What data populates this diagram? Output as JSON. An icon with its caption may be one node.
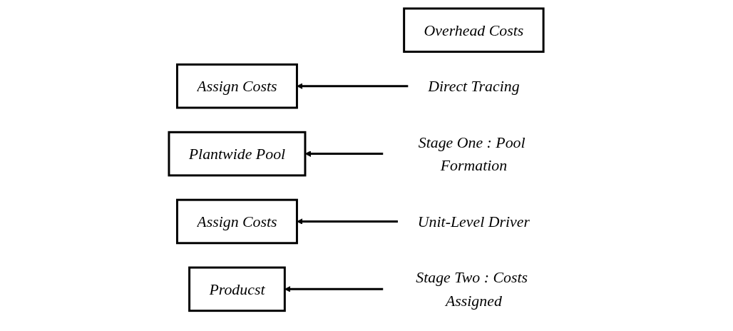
{
  "diagram": {
    "nodes": [
      {
        "text": [
          "Overhead Costs"
        ]
      },
      {
        "text": [
          "Assign Costs"
        ]
      },
      {
        "text": [
          "Direct Tracing"
        ]
      },
      {
        "text": [
          "Plantwide Pool"
        ]
      },
      {
        "text": [
          "Stage One : Pool Formation"
        ]
      },
      {
        "text": [
          "Assign Costs"
        ]
      },
      {
        "text": [
          "Unit-Level Driver"
        ]
      },
      {
        "text": [
          "Producst"
        ]
      },
      {
        "text": [
          "Stage Two : Costs Assigned"
        ]
      }
    ],
    "edges": [
      {
        "from": 2,
        "to": 1,
        "arrow": "to"
      },
      {
        "from": 4,
        "to": 3,
        "arrow": "to"
      },
      {
        "from": 6,
        "to": 5,
        "arrow": "to"
      },
      {
        "from": 8,
        "to": 7,
        "arrow": "to"
      }
    ]
  }
}
